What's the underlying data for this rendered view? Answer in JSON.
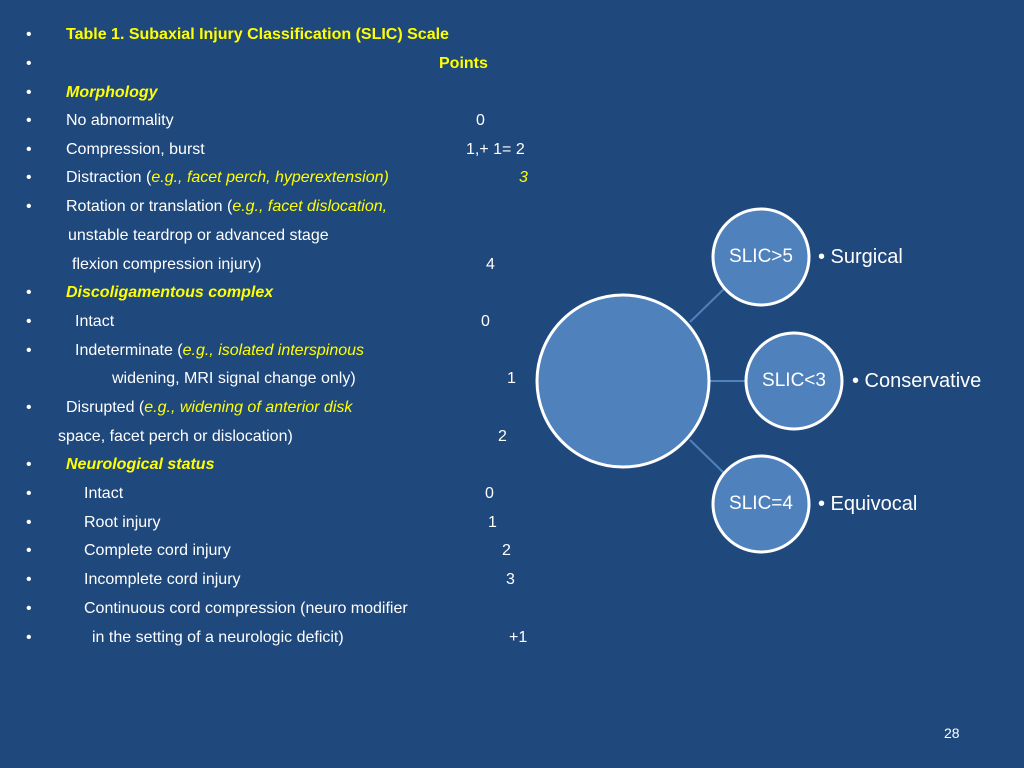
{
  "table": {
    "title": "Table 1. Subaxial Injury Classification (SLIC) Scale",
    "points_header": "Points",
    "morphology": "Morphology",
    "no_abnormality": "No abnormality",
    "no_abnormality_pts": "0",
    "compression": "Compression, burst",
    "compression_pts": "1,+ 1= 2",
    "distraction_pre": "Distraction (",
    "distraction_ital": "e.g., facet perch, hyperextension)",
    "distraction_pts": "3",
    "rotation_pre": "Rotation or translation (",
    "rotation_ital": "e.g., facet dislocation,",
    "rotation_line2": "unstable teardrop or advanced stage",
    "rotation_line3": "flexion compression injury)",
    "rotation_pts": "4",
    "disco": "Discoligamentous complex",
    "intact1": "Intact",
    "intact1_pts": "0",
    "indeterminate_pre": "Indeterminate (",
    "indeterminate_ital": "e.g., isolated interspinous",
    "indeterminate_line2": "widening, MRI signal change only)",
    "indeterminate_pts": "1",
    "disrupted_pre": "Disrupted (",
    "disrupted_ital": "e.g., widening of anterior disk",
    "disrupted_line2": "space, facet perch or dislocation)",
    "disrupted_pts": "2",
    "neuro": "Neurological status",
    "intact2": "Intact",
    "intact2_pts": "0",
    "root": "Root injury",
    "root_pts": "1",
    "complete": "Complete cord injury",
    "complete_pts": "2",
    "incomplete": "Incomplete cord injury",
    "incomplete_pts": "3",
    "continuous": "Continuous cord compression (neuro modifier",
    "continuous_line2": "in the setting of a neurologic deficit)",
    "continuous_pts": "+1",
    "bullet": "•"
  },
  "diagram": {
    "node1": "SLIC>5",
    "label1": "• Surgical",
    "node2": "SLIC<3",
    "label2": "• Conservative",
    "node3": "SLIC=4",
    "label3": "• Equivocal"
  },
  "colors": {
    "background": "#1f487c",
    "circle_fill": "#4f81bd",
    "accent_yellow": "#ffff00"
  },
  "page_number": "28"
}
